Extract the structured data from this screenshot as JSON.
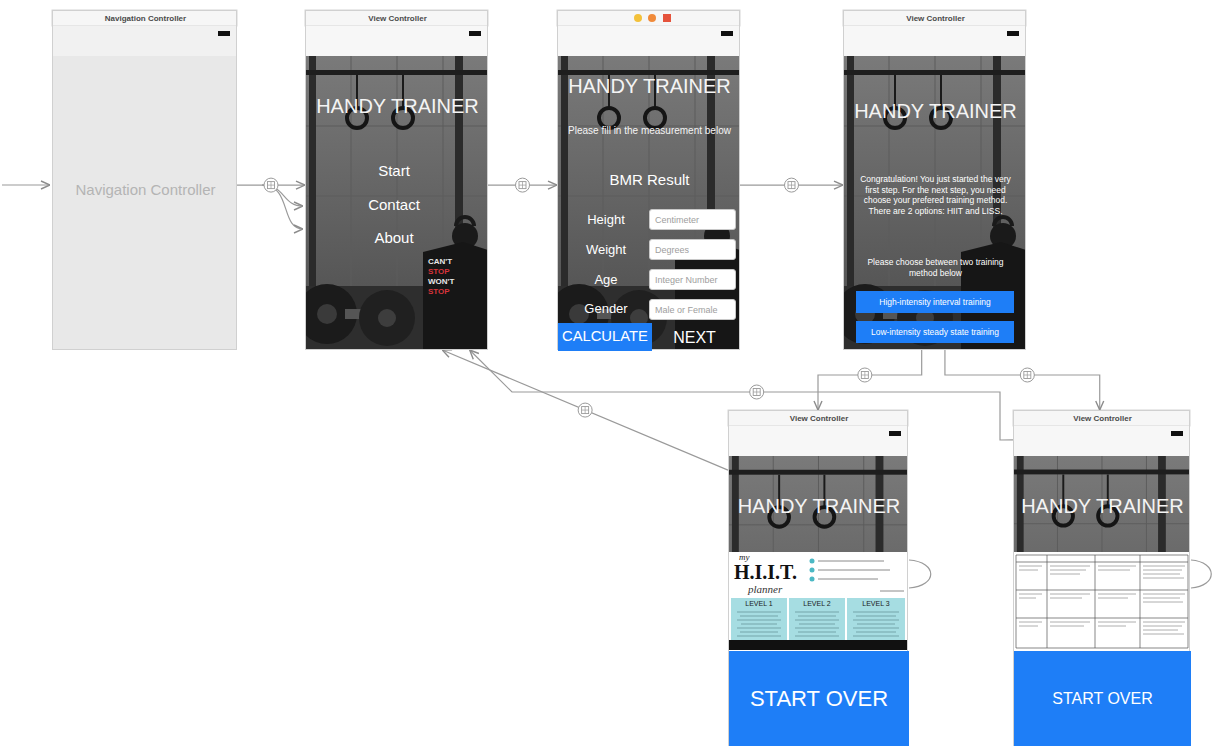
{
  "diagram": {
    "nodes": [
      {
        "text": [
          "Navigation Controller",
          "Navigation Controller"
        ]
      },
      {
        "text": [
          "View Controller",
          "HANDY TRAINER",
          "Start",
          "Contact",
          "About"
        ]
      },
      {
        "text": [
          "HANDY TRAINER",
          "Please fill in the measurement below",
          "BMR Result",
          "Height",
          "Weight",
          "Age",
          "Gender",
          "NEXT"
        ]
      },
      {
        "text": [
          "Centimeter"
        ],
        "in": 2
      },
      {
        "text": [
          "Degrees"
        ],
        "in": 2
      },
      {
        "text": [
          "Integer Number"
        ],
        "in": 2
      },
      {
        "text": [
          "Male or Female"
        ],
        "in": 2
      },
      {
        "text": [
          "CALCULATE"
        ],
        "in": 2
      },
      {
        "text": [
          "View Controller",
          "HANDY TRAINER",
          "Congratulation! You just started the very first step. For the next step, you need choose your prefered training method. There are 2 options: HIIT and LISS.",
          "Please choose between two training method below"
        ]
      },
      {
        "text": [
          "High-intensity interval training"
        ],
        "in": 8
      },
      {
        "text": [
          "Low-intensity steady state training"
        ],
        "in": 8
      },
      {
        "text": [
          "View Controller",
          "HANDY TRAINER"
        ]
      },
      {
        "text": [
          "START OVER"
        ],
        "in": 11
      },
      {
        "text": [
          "View Controller",
          "HANDY TRAINER"
        ]
      },
      {
        "text": [
          "START OVER"
        ],
        "in": 13
      }
    ],
    "edges": [
      {
        "from": 0,
        "to": 1,
        "arrow": "to"
      },
      {
        "from": 1,
        "to": 2,
        "arrow": "to"
      },
      {
        "from": 2,
        "to": 8,
        "arrow": "to"
      },
      {
        "from": 8,
        "to": 11,
        "arrow": "to"
      },
      {
        "from": 8,
        "to": 13,
        "arrow": "to"
      },
      {
        "from": 11,
        "to": 1,
        "arrow": "to"
      },
      {
        "from": 13,
        "to": 1,
        "arrow": "to"
      }
    ],
    "labels": [
      "CAN'T",
      "STOP",
      "WON'T",
      "STOP",
      "my",
      "H.I.I.T.",
      "planner",
      "LEVEL 1",
      "LEVEL 2",
      "LEVEL 3"
    ]
  }
}
